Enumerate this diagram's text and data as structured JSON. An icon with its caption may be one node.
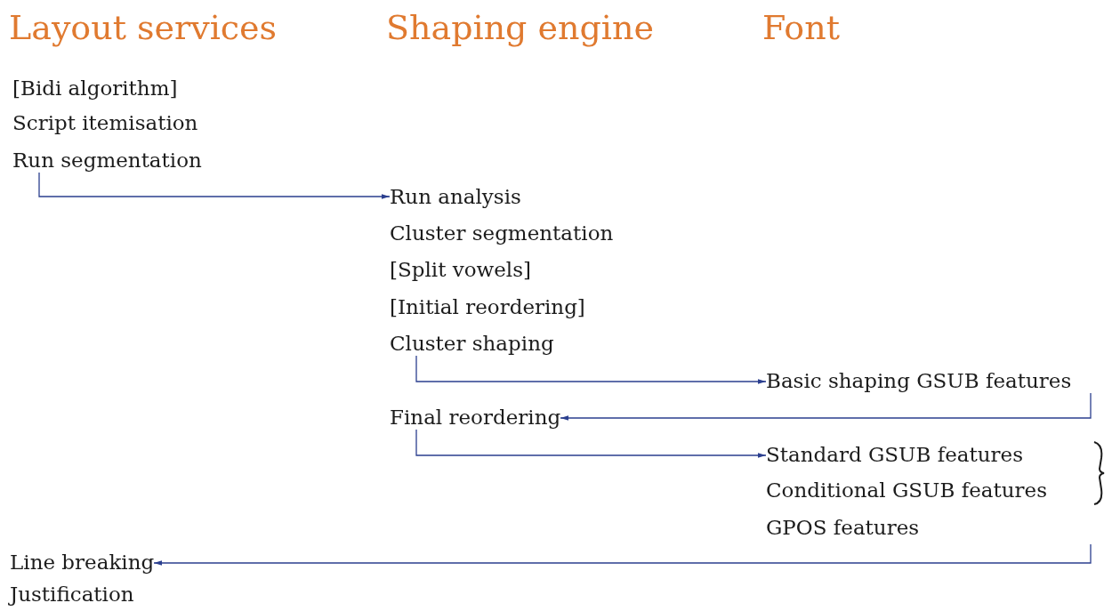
{
  "diagram": {
    "nodes": [
      {
        "text": [
          "Run segmentation"
        ]
      },
      {
        "text": [
          "Run analysis"
        ]
      },
      {
        "text": [
          "Cluster shaping"
        ]
      },
      {
        "text": [
          "Basic shaping GSUB features"
        ]
      },
      {
        "text": [
          "Final reordering"
        ]
      },
      {
        "text": [
          "Standard GSUB features"
        ]
      },
      {
        "text": [
          "Line breaking"
        ]
      }
    ],
    "edges": [
      {
        "from": 0,
        "to": 1,
        "arrow": "to"
      },
      {
        "from": 2,
        "to": 3,
        "arrow": "to"
      },
      {
        "from": 3,
        "to": 4,
        "arrow": "to"
      },
      {
        "from": 4,
        "to": 5,
        "arrow": "to"
      },
      {
        "from": null,
        "to": 6,
        "arrow": "to"
      }
    ],
    "labels": [
      "Layout services",
      "Shaping engine",
      "Font",
      "[Bidi algorithm]",
      "Script itemisation",
      "Cluster segmentation",
      "[Split vowels]",
      "[Initial reordering]",
      "Conditional GSUB features",
      "GPOS features",
      "Justification"
    ]
  }
}
